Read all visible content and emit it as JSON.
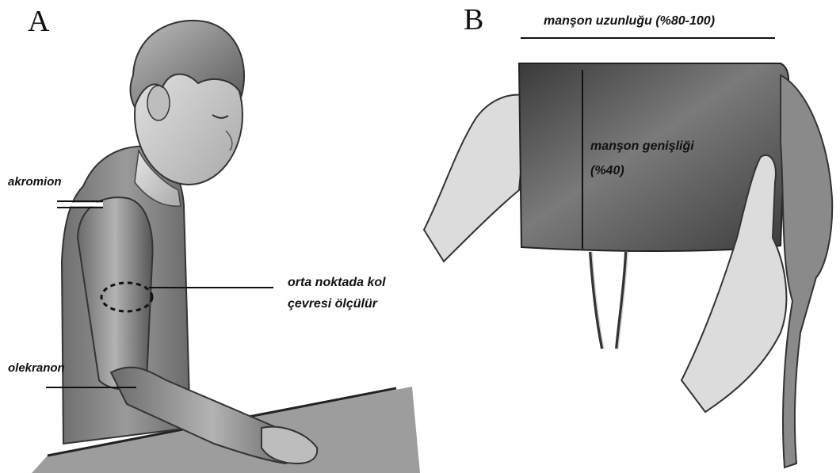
{
  "panels": {
    "a": {
      "letter": "A",
      "labels": {
        "akromion": "akromion",
        "midpoint_line1": "orta noktada kol",
        "midpoint_line2": "çevresi ölçülür",
        "olekranon": "olekranon"
      }
    },
    "b": {
      "letter": "B",
      "labels": {
        "cuff_length": "manşon uzunluğu (%80-100)",
        "cuff_width_line1": "manşon genişliği",
        "cuff_width_line2": "(%40)"
      }
    }
  },
  "colors": {
    "ink": "#111111",
    "cuff": "#4a4a4a",
    "skin": "#d9d9d9",
    "shirt": "#8a8a8a"
  }
}
